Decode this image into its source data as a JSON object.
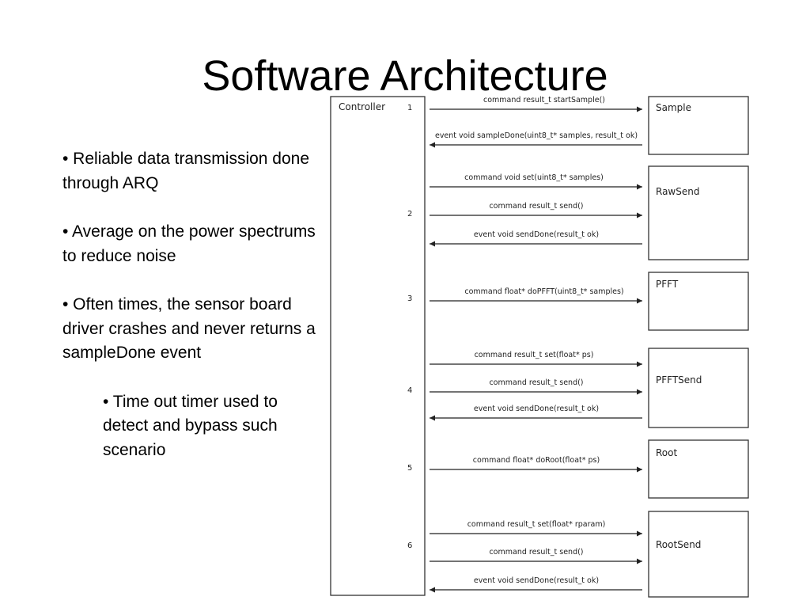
{
  "slide": {
    "title": "Software Architecture",
    "bullets": [
      {
        "text": "• Reliable data transmission done  through ARQ",
        "level": 1
      },
      {
        "text": "• Average on the power spectrums to reduce noise",
        "level": 1
      },
      {
        "text": "• Often times, the sensor board driver crashes and never returns a sampleDone event",
        "level": 1
      },
      {
        "text": "• Time out timer used to detect and bypass such scenario",
        "level": 2
      }
    ]
  },
  "diagram": {
    "controller_label": "Controller",
    "components": [
      {
        "id": "sample",
        "label": "Sample"
      },
      {
        "id": "rawsend",
        "label": "RawSend"
      },
      {
        "id": "pfft",
        "label": "PFFT"
      },
      {
        "id": "pfftsend",
        "label": "PFFTSend"
      },
      {
        "id": "root",
        "label": "Root"
      },
      {
        "id": "rootsend",
        "label": "RootSend"
      }
    ],
    "steps": [
      {
        "number": "1"
      },
      {
        "number": "2"
      },
      {
        "number": "3"
      },
      {
        "number": "4"
      },
      {
        "number": "5"
      },
      {
        "number": "6"
      }
    ],
    "messages": [
      {
        "text": "command result_t startSample()",
        "direction": "right"
      },
      {
        "text": "event void sampleDone(uint8_t* samples, result_t ok)",
        "direction": "left"
      },
      {
        "text": "command void set(uint8_t* samples)",
        "direction": "right"
      },
      {
        "text": "command result_t send()",
        "direction": "right"
      },
      {
        "text": "event void sendDone(result_t ok)",
        "direction": "left"
      },
      {
        "text": "command float* doPFFT(uint8_t* samples)",
        "direction": "right"
      },
      {
        "text": "command result_t set(float* ps)",
        "direction": "right"
      },
      {
        "text": "command result_t send()",
        "direction": "right"
      },
      {
        "text": "event void sendDone(result_t ok)",
        "direction": "left"
      },
      {
        "text": "command float* doRoot(float* ps)",
        "direction": "right"
      },
      {
        "text": "command result_t set(float* rparam)",
        "direction": "right"
      },
      {
        "text": "command result_t send()",
        "direction": "right"
      },
      {
        "text": "event void sendDone(result_t ok)",
        "direction": "left"
      }
    ]
  }
}
